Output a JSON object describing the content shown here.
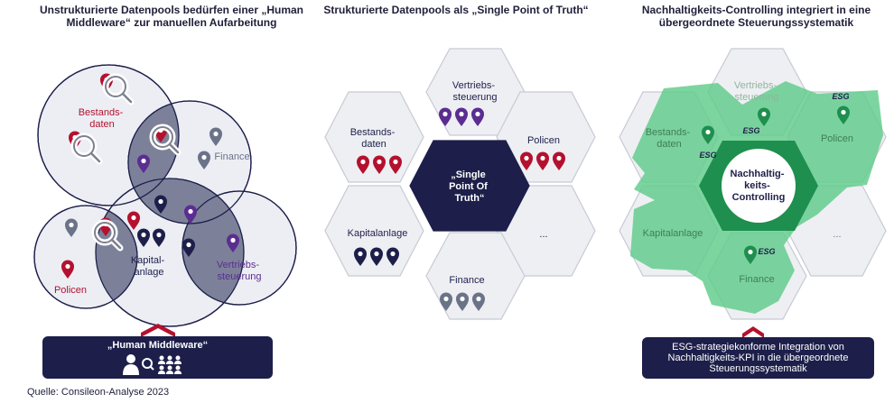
{
  "titles": {
    "left": "Unstrukturierte Datenpools bedürfen einer „Human Middleware“ zur manuellen Aufarbeitung",
    "middle": "Strukturierte Datenpools als „Single Point of Truth“",
    "right": "Nachhaltigkeits-Controlling integriert in eine übergeordnete Steuerungssystematik"
  },
  "left_panel": {
    "labels": {
      "bestand": [
        "Bestands-",
        "daten"
      ],
      "finance": "Finance",
      "kapital": [
        "Kapital-",
        "anlage"
      ],
      "vertrieb": [
        "Vertriebs-",
        "steuerung"
      ],
      "policen": "Policen"
    },
    "human_middleware": "„Human Middleware“"
  },
  "middle_panel": {
    "center": [
      "„Single",
      "Point Of",
      "Truth“"
    ],
    "vertrieb": [
      "Vertriebs-",
      "steuerung"
    ],
    "bestand": [
      "Bestands-",
      "daten"
    ],
    "policen": "Policen",
    "kapital": "Kapitalanlage",
    "dots": "...",
    "finance": "Finance"
  },
  "right_panel": {
    "center": [
      "Nachhaltig-",
      "keits-",
      "Controlling"
    ],
    "vertrieb": [
      "Vertriebs-",
      "steuerung"
    ],
    "bestand": [
      "Bestands-",
      "daten"
    ],
    "policen": "Policen",
    "kapital": "Kapitalanlage",
    "dots": "...",
    "finance": "Finance",
    "esg": "ESG",
    "box_text": "ESG-strategiekonforme Integration von Nachhaltigkeits-KPI in die übergeordnete Steuerungssystematik"
  },
  "source": "Quelle: Consileon-Analyse 2023",
  "colors": {
    "navy": "#1d1f4a",
    "red": "#b4112f",
    "purple": "#5b2d91",
    "gray": "#6b7388",
    "green": "#1e8f4e",
    "light_green": "#5fcc8a",
    "hex_fill": "#eeeff3",
    "circle_fill": "#eceef4",
    "overlap": "#7c8199"
  }
}
